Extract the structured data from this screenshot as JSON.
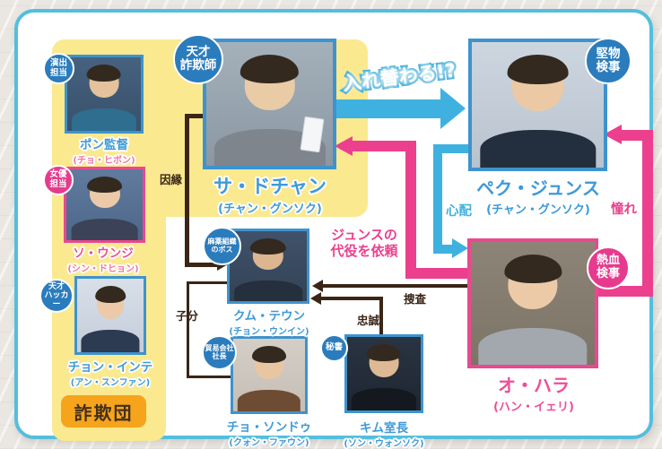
{
  "chart_title": "入れ替わる!?",
  "group_label": "詐欺団",
  "people": [
    {
      "id": "dochan",
      "name": "サ・ドチャン",
      "actor": "(チャン・グンソク)",
      "badge": "天才\n詐欺師",
      "accent": "blue"
    },
    {
      "id": "junsu",
      "name": "ペク・ジュンス",
      "actor": "(チャン・グンソク)",
      "badge": "堅物\n検事",
      "accent": "blue"
    },
    {
      "id": "hara",
      "name": "オ・ハラ",
      "actor": "(ハン・イェリ)",
      "badge": "熱血\n検事",
      "accent": "pink"
    },
    {
      "id": "bong",
      "name": "ポン監督",
      "actor": "(チョ・ヒボン)",
      "badge": "演出\n担当",
      "accent": "blue"
    },
    {
      "id": "eunji",
      "name": "ソ・ウンジ",
      "actor": "(シン・ドヒョン)",
      "badge": "女優\n担当",
      "accent": "pink"
    },
    {
      "id": "inte",
      "name": "チョン・インテ",
      "actor": "(アン・スンファン)",
      "badge": "天才\nハッカー",
      "accent": "blue"
    },
    {
      "id": "teun",
      "name": "クム・テウン",
      "actor": "(チョン・ウンイン)",
      "badge": "麻薬組織\nのボス",
      "accent": "blue"
    },
    {
      "id": "sondu",
      "name": "チョ・ソンドゥ",
      "actor": "(クォン・ファウン)",
      "badge": "貿易会社\n社長",
      "accent": "blue"
    },
    {
      "id": "kim",
      "name": "キム室長",
      "actor": "(ソン・ウォンソク)",
      "badge": "秘書",
      "accent": "blue"
    }
  ],
  "relations": {
    "swap": "入れ替わる!?",
    "request": "ジュンスの\n代役を依頼",
    "worry": "心配",
    "admire": "憧れ",
    "fate": "因縁",
    "henchman": "子分",
    "loyalty": "忠誠",
    "investigate": "捜査"
  },
  "colors": {
    "card_border": "#54bedd",
    "yellow_panel": "#fae98f",
    "blue_arrow": "#3fb1e0",
    "pink_arrow": "#ec3f8e",
    "dark_arrow": "#3a2517",
    "badge_blue": "#2b7cbd",
    "badge_pink": "#e63a8e",
    "name_blue": "#3e9ad8",
    "name_pink": "#ed4f97",
    "group_box_orange": "#f6a41c"
  }
}
